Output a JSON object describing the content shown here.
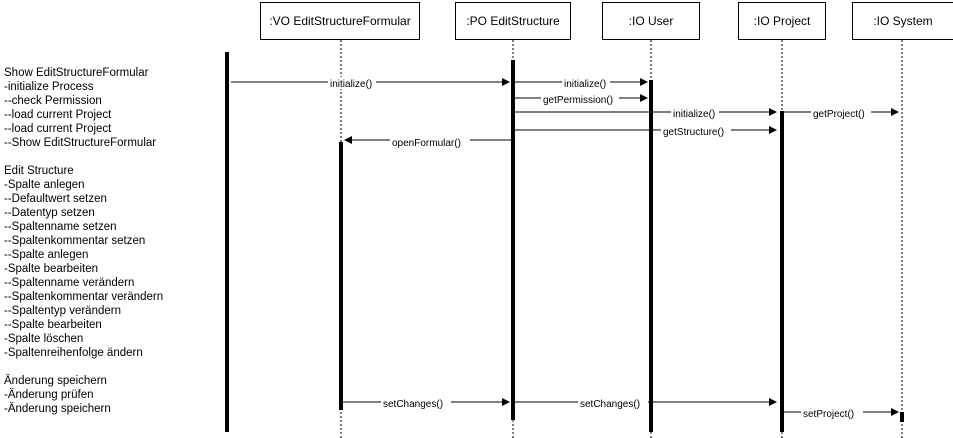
{
  "participants": [
    {
      "id": "vo",
      "label": ":VO EditStructureFormular"
    },
    {
      "id": "po",
      "label": ":PO EditStructure"
    },
    {
      "id": "user",
      "label": ":IO User"
    },
    {
      "id": "project",
      "label": ":IO Project"
    },
    {
      "id": "system",
      "label": ":IO System"
    }
  ],
  "steps": [
    "Show EditStructureFormular",
    "-initialize Process",
    "--check Permission",
    "--load current Project",
    "--load current Project",
    "--Show EditStructureFormular",
    "",
    "Edit Structure",
    "-Spalte anlegen",
    "--Defaultwert setzen",
    "--Datentyp setzen",
    "--Spaltenname setzen",
    "--Spaltenkommentar setzen",
    "--Spalte anlegen",
    "-Spalte bearbeiten",
    "--Spaltenname verändern",
    "--Spaltenkommentar verändern",
    "--Spaltentyp verändern",
    "--Spalte bearbeiten",
    "-Spalte löschen",
    "-Spaltenreihenfolge ändern",
    "",
    "Änderung speichern",
    "-Änderung prüfen",
    "-Änderung speichern"
  ],
  "messages": [
    {
      "label": "initialize()"
    },
    {
      "label": "initialize()"
    },
    {
      "label": "getPermission()"
    },
    {
      "label": "initialize()"
    },
    {
      "label": "getProject()"
    },
    {
      "label": "getStructure()"
    },
    {
      "label": "openFormular()"
    },
    {
      "label": "setChanges()"
    },
    {
      "label": "setChanges()"
    },
    {
      "label": "setProject()"
    }
  ]
}
